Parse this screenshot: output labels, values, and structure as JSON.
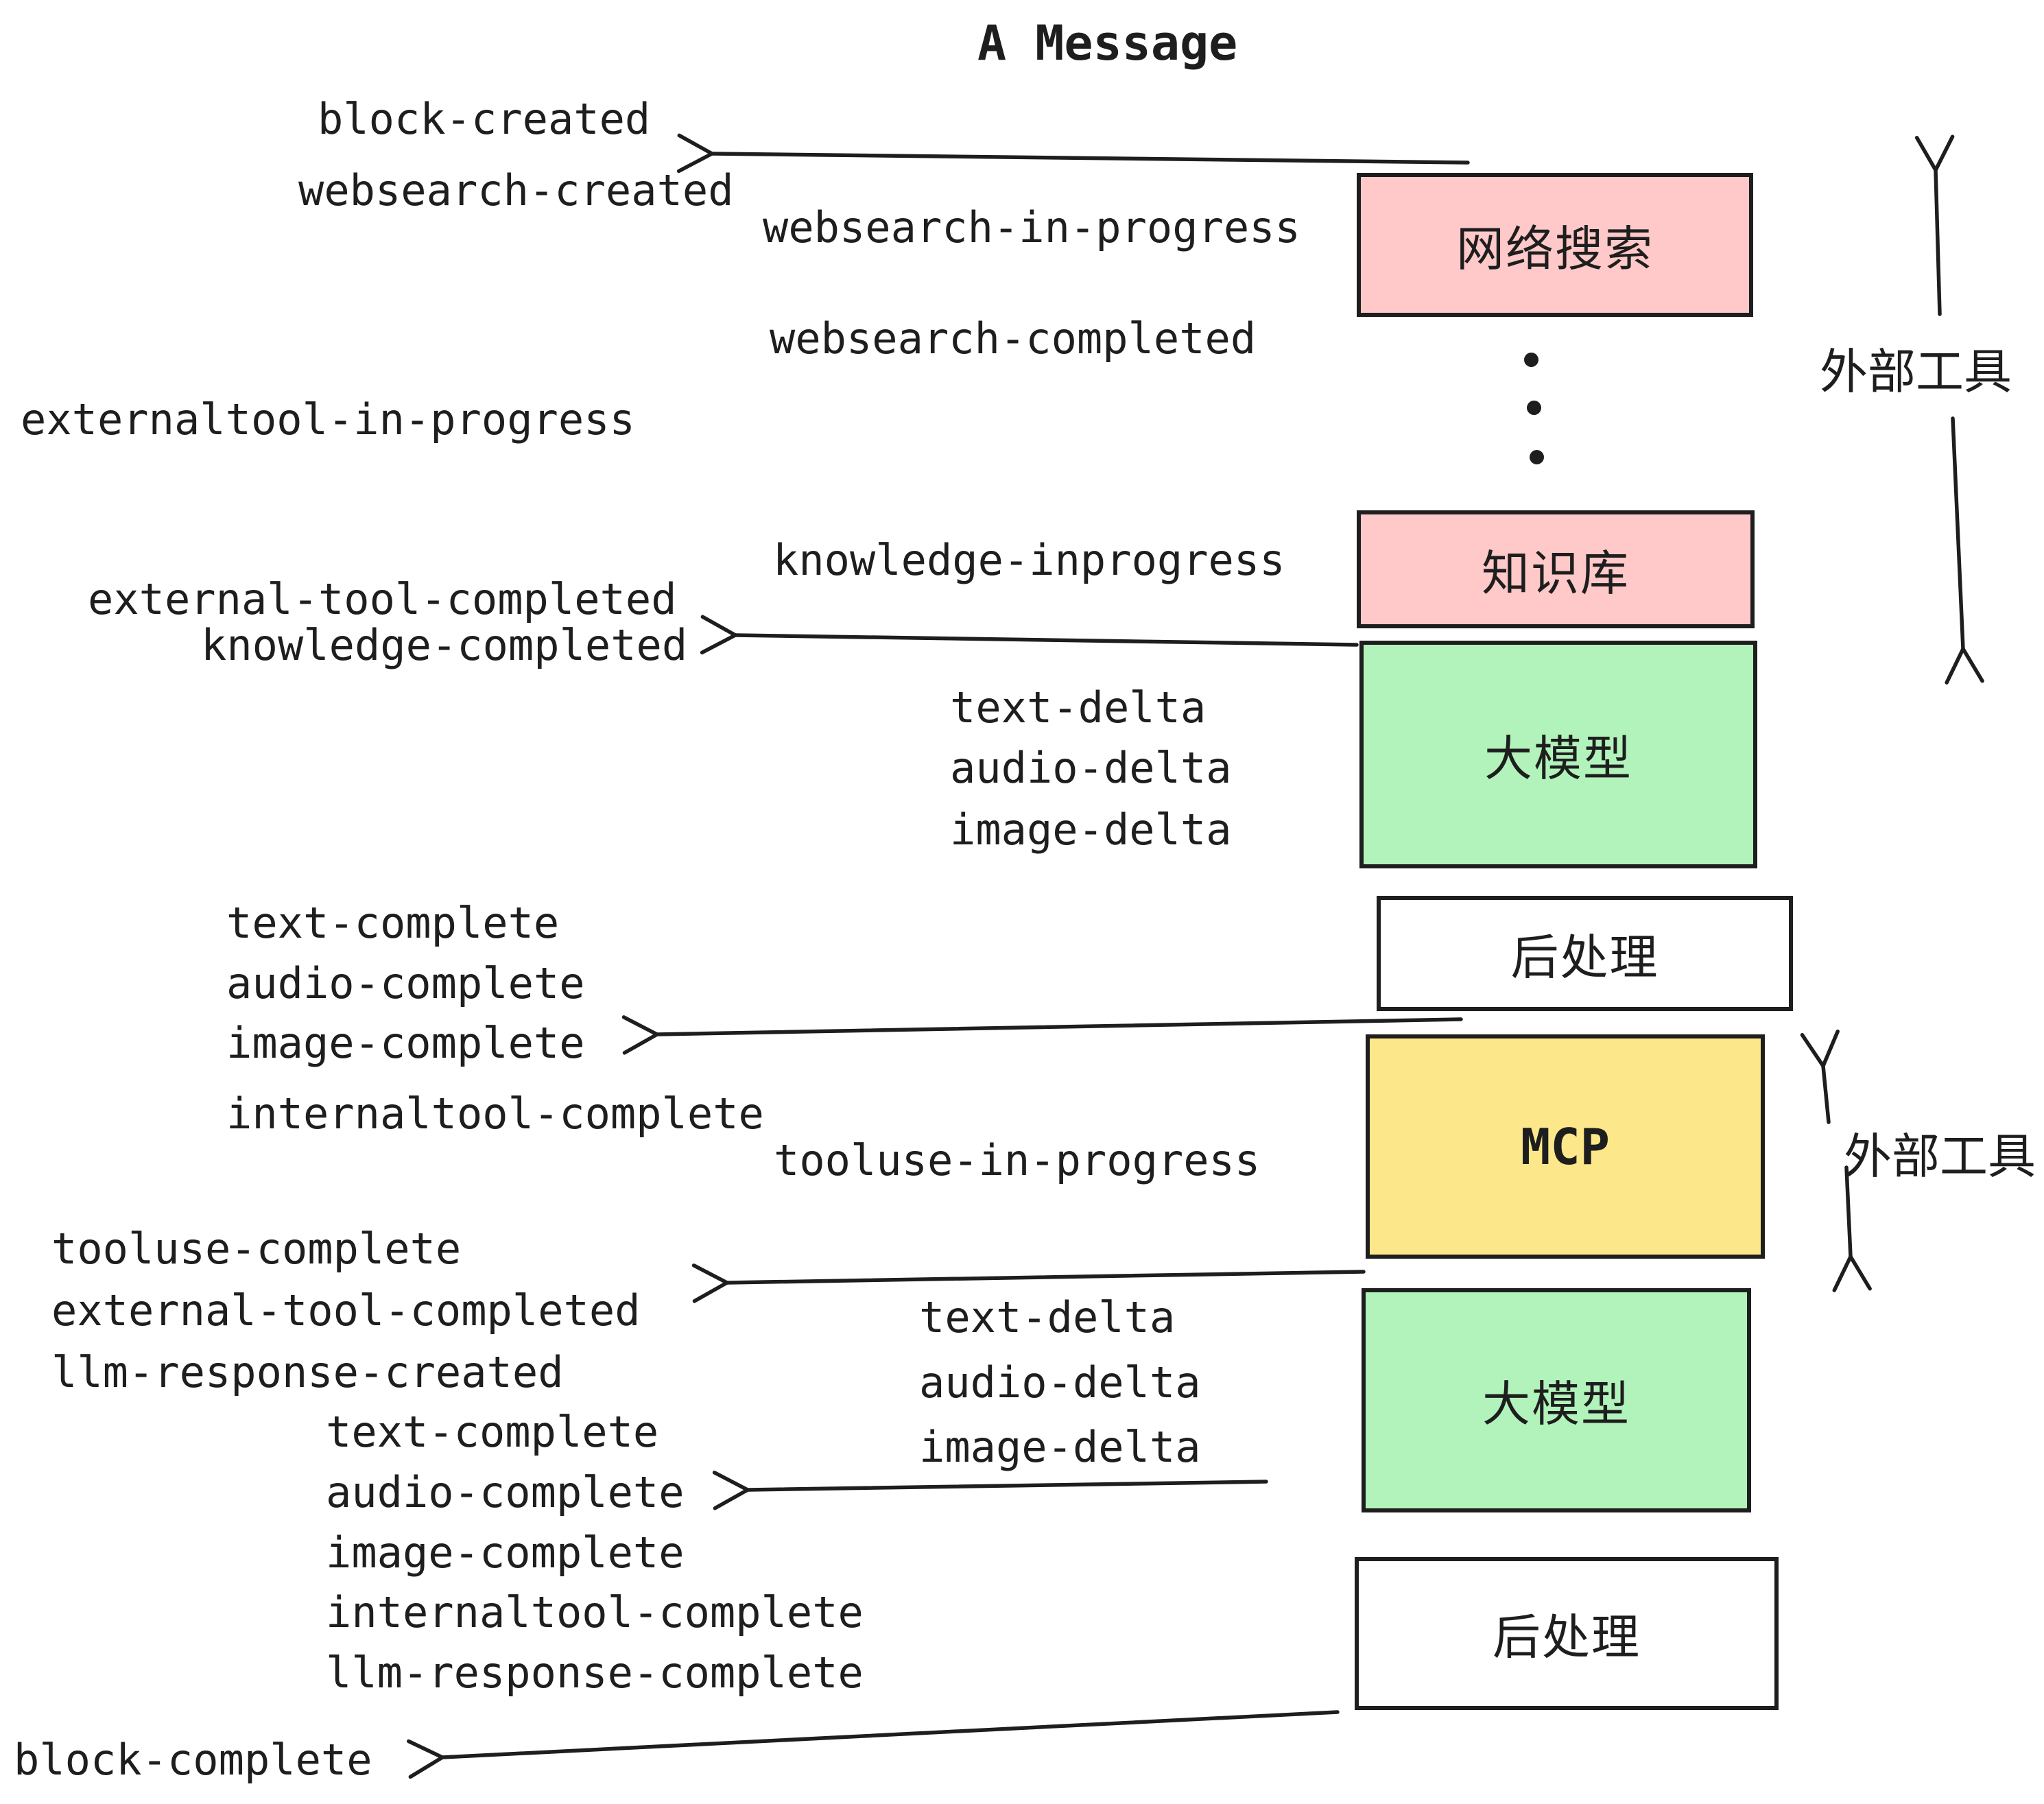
{
  "title": "A Message",
  "events": {
    "block_created": "block-created",
    "websearch_created": "websearch-created",
    "websearch_in_progress": "websearch-in-progress",
    "websearch_completed": "websearch-completed",
    "externaltool_in_progress": "externaltool-in-progress",
    "knowledge_inprogress": "knowledge-inprogress",
    "external_tool_completed": "external-tool-completed",
    "knowledge_completed": "knowledge-completed",
    "text_delta": "text-delta",
    "audio_delta": "audio-delta",
    "image_delta": "image-delta",
    "text_complete": "text-complete",
    "audio_complete": "audio-complete",
    "image_complete": "image-complete",
    "internaltool_complete": "internaltool-complete",
    "tooluse_in_progress": "tooluse-in-progress",
    "tooluse_complete": "tooluse-complete",
    "llm_response_created": "llm-response-created",
    "llm_response_complete": "llm-response-complete",
    "block_complete": "block-complete"
  },
  "boxes": {
    "websearch": {
      "label": "网络搜索",
      "fill": "#ffc9c9"
    },
    "knowledge": {
      "label": "知识库",
      "fill": "#ffc9c9"
    },
    "llm_top": {
      "label": "大模型",
      "fill": "#b2f2bb"
    },
    "postprocess_top": {
      "label": "后处理",
      "fill": "#ffffff"
    },
    "mcp": {
      "label": "MCP",
      "fill": "#fce88a"
    },
    "llm_bottom": {
      "label": "大模型",
      "fill": "#b2f2bb"
    },
    "postprocess_bottom": {
      "label": "后处理",
      "fill": "#ffffff"
    }
  },
  "annotations": {
    "external_tools_top": "外部工具",
    "external_tools_mcp": "外部工具"
  },
  "colors": {
    "stroke": "#1e1e1e",
    "pink": "#ffc9c9",
    "green": "#b2f2bb",
    "yellow": "#fce88a",
    "background": "#ffffff"
  }
}
